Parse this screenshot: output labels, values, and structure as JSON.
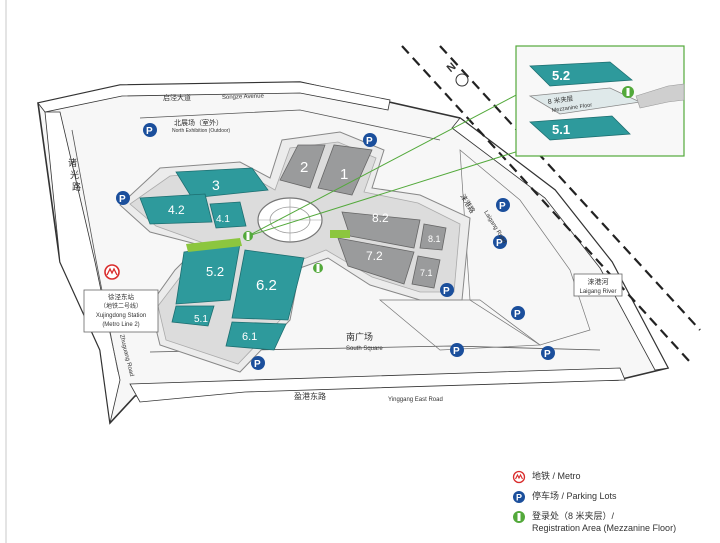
{
  "roads": {
    "north_cn": "启泾大道",
    "north_en": "Songze Avenue",
    "east_cn": "涞港路",
    "east_en": "Laigang Road",
    "south_cn": "盈港东路",
    "south_en": "Yinggang East Road",
    "west_cn": "诸光路",
    "west_en": "Zhuguang Road"
  },
  "areas": {
    "north_exhibition_cn": "北展场（室外）",
    "north_exhibition_en": "North Exhibition (Outdoor)",
    "south_square_cn": "南广场",
    "south_square_en": "South Square"
  },
  "halls": {
    "h2": "2",
    "h1": "1",
    "h3": "3",
    "h4_2": "4.2",
    "h4_1": "4.1",
    "h5_2": "5.2",
    "h5_1": "5.1",
    "h6_2": "6.2",
    "h6_1": "6.1",
    "h7_2": "7.2",
    "h7_1": "7.1",
    "h8_2": "8.2",
    "h8_1": "8.1"
  },
  "metro_station": {
    "line1": "徐泾东站",
    "line2": "（地铁二号线）",
    "line3": "Xujingdong Station",
    "line4": "(Metro Line 2)"
  },
  "river": {
    "cn": "涞港河",
    "en": "Laigang River"
  },
  "inset": {
    "upper": "5.2",
    "lower": "5.1",
    "mezz_cn": "8 米夹层",
    "mezz_en": "Mezzanine Floor"
  },
  "compass": {
    "letter": "N"
  },
  "legend": {
    "metro": "地铁 / Metro",
    "parking": "停车场 / Parking Lots",
    "registration_1": "登录处（8 米夹层）/",
    "registration_2": "Registration Area (Mezzanine Floor)"
  },
  "colors": {
    "hall_teal": "#2e9a9c",
    "hall_teal_dark": "#1d7d80",
    "hall_gray": "#9a9b9c",
    "parking_blue": "#1b4f9c",
    "registration_green": "#53a93b",
    "metro_red": "#d92b2b",
    "road_line": "#333333"
  }
}
